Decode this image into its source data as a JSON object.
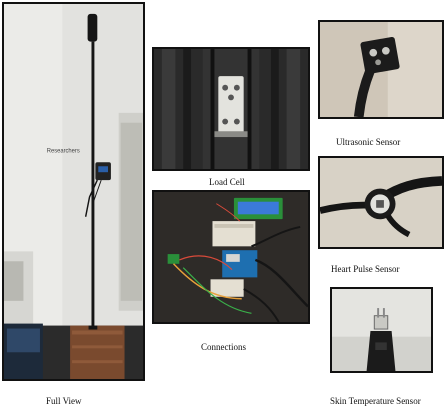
{
  "captions": {
    "full_view": "Full View",
    "load_cell": "Load Cell",
    "connections": "Connections",
    "ultrasonic": "Ultrasonic Sensor",
    "heart_pulse": "Heart Pulse Sensor",
    "skin_temp": "Skin Temperature Sensor"
  },
  "lcd_text": [
    "",
    ""
  ],
  "whiteboard_text": "Researchers",
  "colors": {
    "frame": "#111111",
    "wall": "#d9d9d6",
    "lcd": "#3b7ad9",
    "arduino": "#1e6fb0",
    "wire_black": "#151515",
    "board_green": "#2a8f3a",
    "floor_wood": "#7a4a2e"
  }
}
